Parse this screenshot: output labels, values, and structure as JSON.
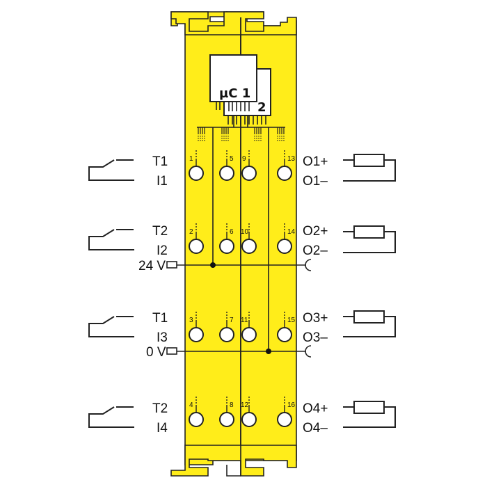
{
  "diagram": {
    "type": "wiring-diagram",
    "module_color": "#ffed1a",
    "outline_color": "#222222",
    "microcontrollers": [
      {
        "label": "µC 1"
      },
      {
        "label": "2"
      }
    ],
    "supply": {
      "positive": {
        "label": "24 V"
      },
      "negative": {
        "label": "0 V"
      }
    },
    "inputs": [
      {
        "test_label": "T1",
        "input_label": "I1"
      },
      {
        "test_label": "T2",
        "input_label": "I2"
      },
      {
        "test_label": "T1",
        "input_label": "I3"
      },
      {
        "test_label": "T2",
        "input_label": "I4"
      }
    ],
    "outputs": [
      {
        "plus_label": "O1+",
        "minus_label": "O1–"
      },
      {
        "plus_label": "O2+",
        "minus_label": "O2–"
      },
      {
        "plus_label": "O3+",
        "minus_label": "O3–"
      },
      {
        "plus_label": "O4+",
        "minus_label": "O4–"
      }
    ],
    "terminals": {
      "col1": [
        "1",
        "2",
        "3",
        "4"
      ],
      "col2": [
        "5",
        "6",
        "7",
        "8"
      ],
      "col3": [
        "9",
        "10",
        "11",
        "12"
      ],
      "col4": [
        "13",
        "14",
        "15",
        "16"
      ]
    }
  }
}
